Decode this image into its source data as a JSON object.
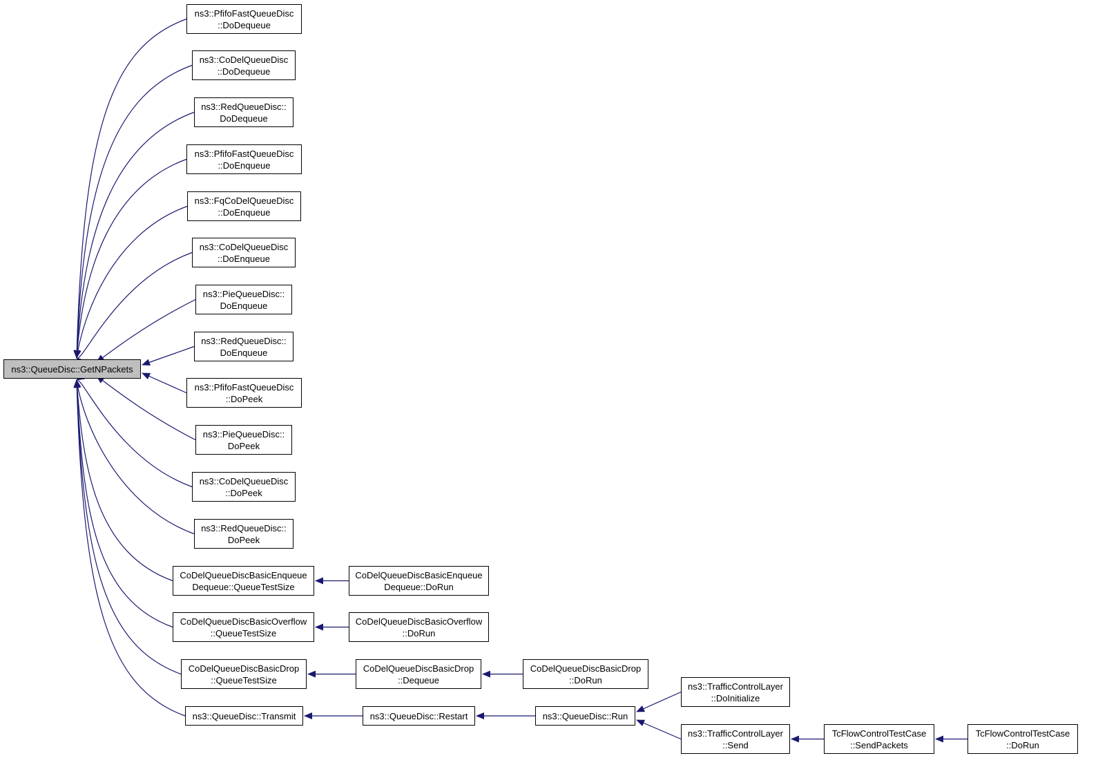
{
  "colors": {
    "edge": "#191970",
    "node_border": "#000000",
    "root_fill": "#bfbfbf",
    "node_fill": "#ffffff"
  },
  "nodes": [
    {
      "id": "root",
      "lines": [
        "ns3::QueueDisc::GetNPackets"
      ]
    },
    {
      "id": "pfifo_dodequeue",
      "lines": [
        "ns3::PfifoFastQueueDisc",
        "::DoDequeue"
      ]
    },
    {
      "id": "codel_dodequeue",
      "lines": [
        "ns3::CoDelQueueDisc",
        "::DoDequeue"
      ]
    },
    {
      "id": "red_dodequeue",
      "lines": [
        "ns3::RedQueueDisc::",
        "DoDequeue"
      ]
    },
    {
      "id": "pfifo_doenqueue",
      "lines": [
        "ns3::PfifoFastQueueDisc",
        "::DoEnqueue"
      ]
    },
    {
      "id": "fqcodel_doenqueue",
      "lines": [
        "ns3::FqCoDelQueueDisc",
        "::DoEnqueue"
      ]
    },
    {
      "id": "codel_doenqueue",
      "lines": [
        "ns3::CoDelQueueDisc",
        "::DoEnqueue"
      ]
    },
    {
      "id": "pie_doenqueue",
      "lines": [
        "ns3::PieQueueDisc::",
        "DoEnqueue"
      ]
    },
    {
      "id": "red_doenqueue",
      "lines": [
        "ns3::RedQueueDisc::",
        "DoEnqueue"
      ]
    },
    {
      "id": "pfifo_dopeek",
      "lines": [
        "ns3::PfifoFastQueueDisc",
        "::DoPeek"
      ]
    },
    {
      "id": "pie_dopeek",
      "lines": [
        "ns3::PieQueueDisc::",
        "DoPeek"
      ]
    },
    {
      "id": "codel_dopeek",
      "lines": [
        "ns3::CoDelQueueDisc",
        "::DoPeek"
      ]
    },
    {
      "id": "red_dopeek",
      "lines": [
        "ns3::RedQueueDisc::",
        "DoPeek"
      ]
    },
    {
      "id": "ed_qts",
      "lines": [
        "CoDelQueueDiscBasicEnqueue",
        "Dequeue::QueueTestSize"
      ]
    },
    {
      "id": "ed_dorun",
      "lines": [
        "CoDelQueueDiscBasicEnqueue",
        "Dequeue::DoRun"
      ]
    },
    {
      "id": "ov_qts",
      "lines": [
        "CoDelQueueDiscBasicOverflow",
        "::QueueTestSize"
      ]
    },
    {
      "id": "ov_dorun",
      "lines": [
        "CoDelQueueDiscBasicOverflow",
        "::DoRun"
      ]
    },
    {
      "id": "drop_qts",
      "lines": [
        "CoDelQueueDiscBasicDrop",
        "::QueueTestSize"
      ]
    },
    {
      "id": "drop_deq",
      "lines": [
        "CoDelQueueDiscBasicDrop",
        "::Dequeue"
      ]
    },
    {
      "id": "drop_dorun",
      "lines": [
        "CoDelQueueDiscBasicDrop",
        "::DoRun"
      ]
    },
    {
      "id": "transmit",
      "lines": [
        "ns3::QueueDisc::Transmit"
      ]
    },
    {
      "id": "restart",
      "lines": [
        "ns3::QueueDisc::Restart"
      ]
    },
    {
      "id": "run",
      "lines": [
        "ns3::QueueDisc::Run"
      ]
    },
    {
      "id": "tcl_doinit",
      "lines": [
        "ns3::TrafficControlLayer",
        "::DoInitialize"
      ]
    },
    {
      "id": "tcl_send",
      "lines": [
        "ns3::TrafficControlLayer",
        "::Send"
      ]
    },
    {
      "id": "tcft_send",
      "lines": [
        "TcFlowControlTestCase",
        "::SendPackets"
      ]
    },
    {
      "id": "tcft_dorun",
      "lines": [
        "TcFlowControlTestCase",
        "::DoRun"
      ]
    }
  ],
  "edges": [
    {
      "from": "pfifo_dodequeue",
      "to": "root"
    },
    {
      "from": "codel_dodequeue",
      "to": "root"
    },
    {
      "from": "red_dodequeue",
      "to": "root"
    },
    {
      "from": "pfifo_doenqueue",
      "to": "root"
    },
    {
      "from": "fqcodel_doenqueue",
      "to": "root"
    },
    {
      "from": "codel_doenqueue",
      "to": "root"
    },
    {
      "from": "pie_doenqueue",
      "to": "root"
    },
    {
      "from": "red_doenqueue",
      "to": "root"
    },
    {
      "from": "pfifo_dopeek",
      "to": "root"
    },
    {
      "from": "pie_dopeek",
      "to": "root"
    },
    {
      "from": "codel_dopeek",
      "to": "root"
    },
    {
      "from": "red_dopeek",
      "to": "root"
    },
    {
      "from": "ed_qts",
      "to": "root"
    },
    {
      "from": "ov_qts",
      "to": "root"
    },
    {
      "from": "drop_qts",
      "to": "root"
    },
    {
      "from": "transmit",
      "to": "root"
    },
    {
      "from": "ed_dorun",
      "to": "ed_qts"
    },
    {
      "from": "ov_dorun",
      "to": "ov_qts"
    },
    {
      "from": "drop_deq",
      "to": "drop_qts"
    },
    {
      "from": "drop_dorun",
      "to": "drop_deq"
    },
    {
      "from": "restart",
      "to": "transmit"
    },
    {
      "from": "run",
      "to": "restart"
    },
    {
      "from": "tcl_doinit",
      "to": "run"
    },
    {
      "from": "tcl_send",
      "to": "run"
    },
    {
      "from": "tcft_send",
      "to": "tcl_send"
    },
    {
      "from": "tcft_dorun",
      "to": "tcft_send"
    }
  ]
}
